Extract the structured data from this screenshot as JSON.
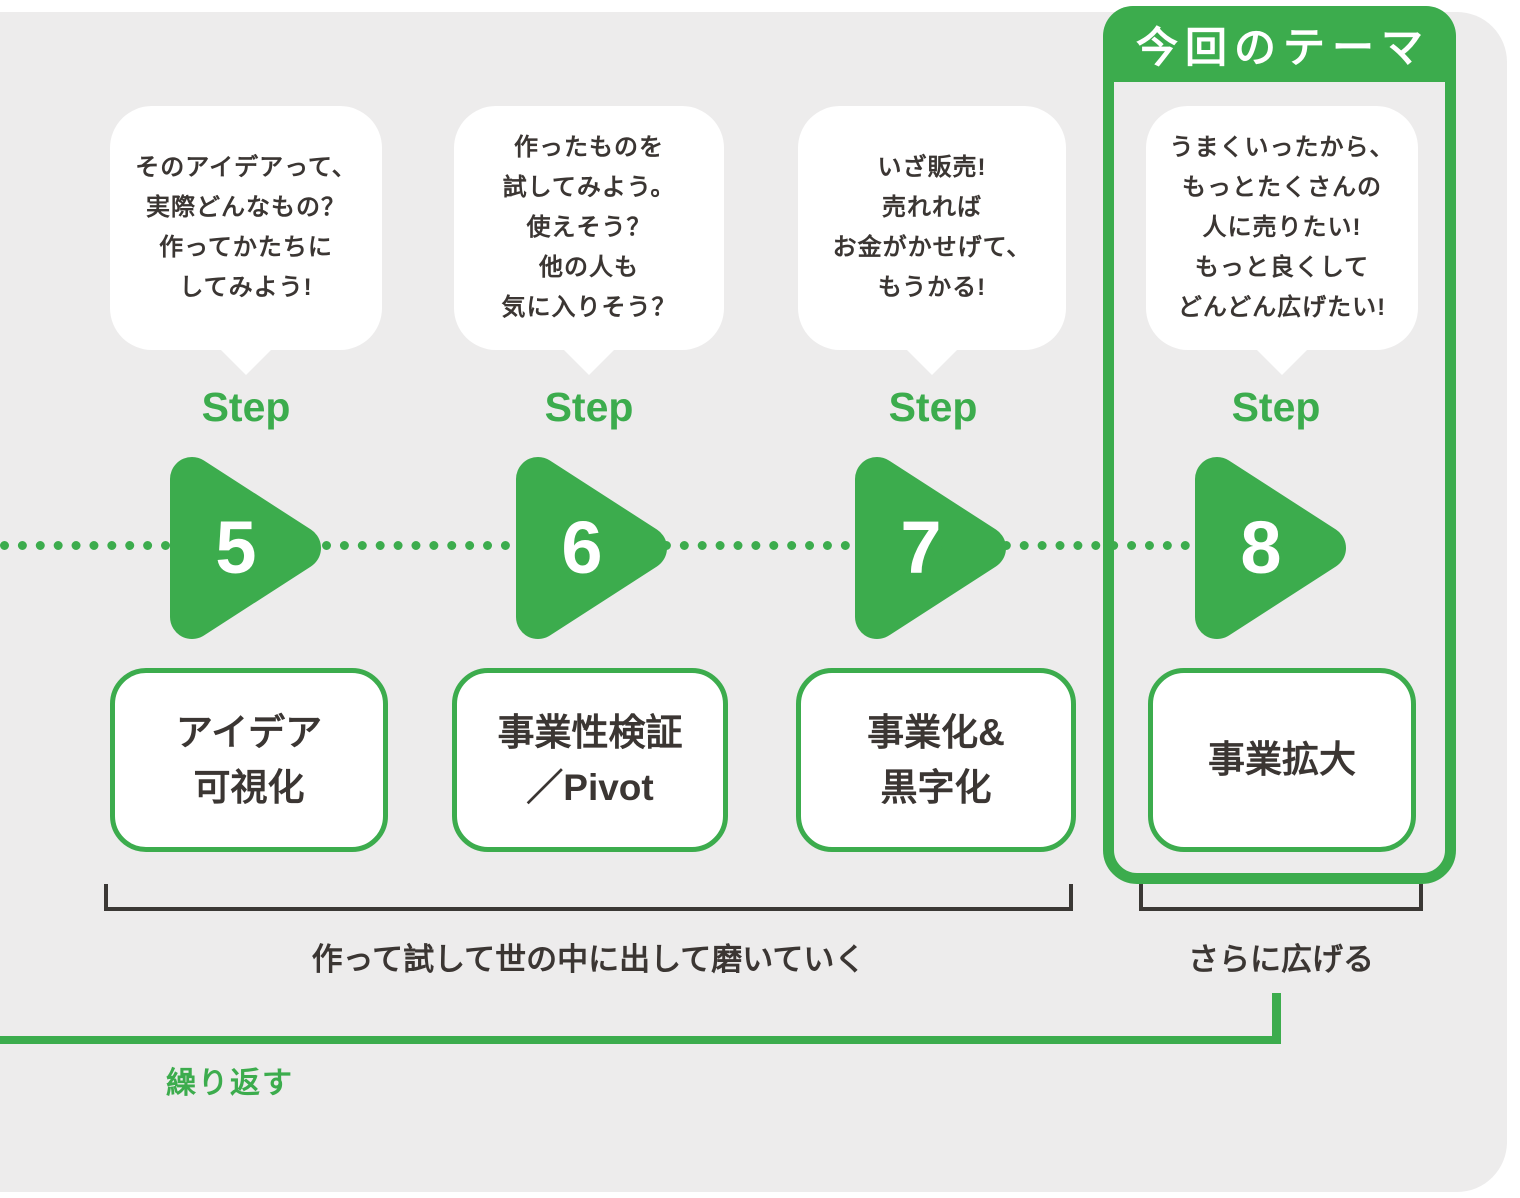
{
  "theme_banner": {
    "label": "今回のテーマ"
  },
  "steps": [
    {
      "step_label": "Step",
      "number": "5",
      "bubble": "そのアイデアって、\n実際どんなもの？\n作ってかたちに\nしてみよう!",
      "box": "アイデア\n可視化"
    },
    {
      "step_label": "Step",
      "number": "6",
      "bubble": "作ったものを\n試してみよう。\n使えそう？\n他の人も\n気に入りそう？",
      "box": "事業性検証\n／Pivot"
    },
    {
      "step_label": "Step",
      "number": "7",
      "bubble": "いざ販売!\n売れれば\nお金がかせげて、\nもうかる!",
      "box": "事業化&\n黒字化"
    },
    {
      "step_label": "Step",
      "number": "8",
      "bubble": "うまくいったから、\nもっとたくさんの\n人に売りたい!\nもっと良くして\nどんどん広げたい!",
      "box": "事業拡大"
    }
  ],
  "bottom": {
    "left_bracket_label": "作って試して世の中に出して磨いていく",
    "right_bracket_label": "さらに広げる",
    "repeat_label": "繰り返す"
  },
  "colors": {
    "accent_green": "#3CAC4D",
    "text_dark": "#3B3633",
    "panel_bg": "#EDECEC",
    "bubble_bg": "#FFFFFF"
  }
}
